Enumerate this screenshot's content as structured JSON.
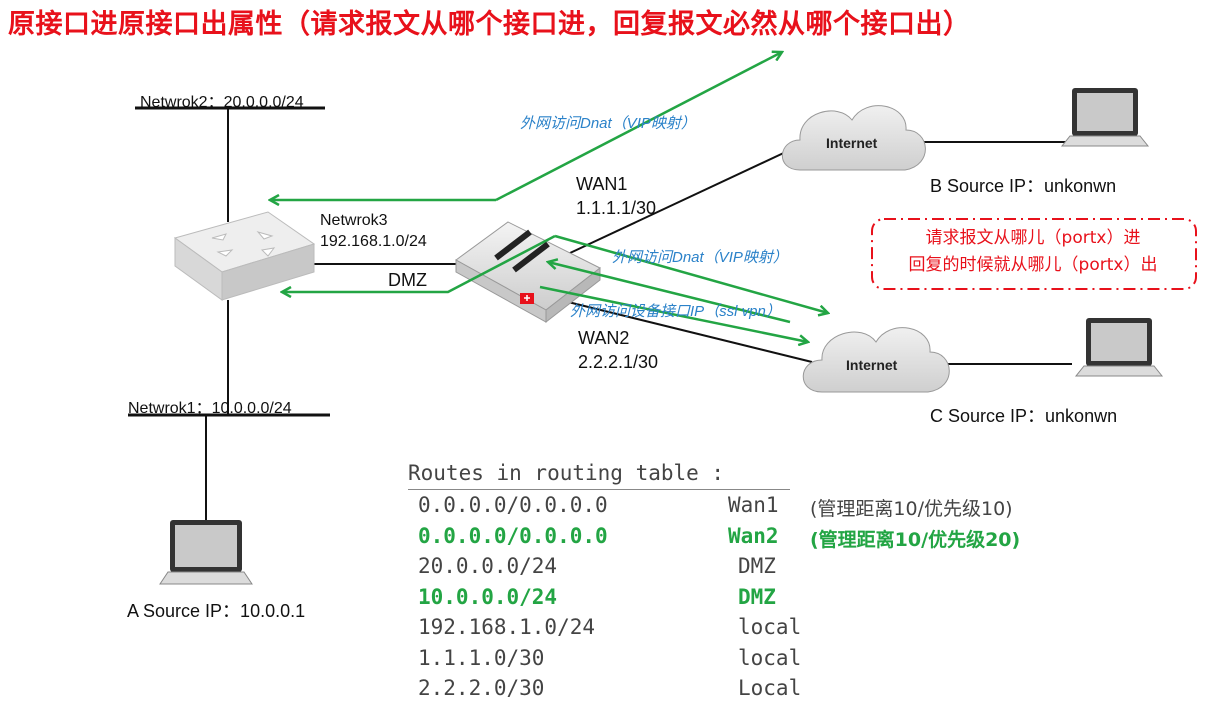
{
  "title": "原接口进原接口出属性（请求报文从哪个接口进，回复报文必然从哪个接口出）",
  "networks": {
    "network2": "Netwrok2：20.0.0.0/24",
    "network3_name": "Netwrok3",
    "network3_subnet": "192.168.1.0/24",
    "dmz": "DMZ",
    "network1": "Netwrok1：10.0.0.0/24"
  },
  "wan": {
    "wan1_name": "WAN1",
    "wan1_ip": "1.1.1.1/30",
    "wan2_name": "WAN2",
    "wan2_ip": "2.2.2.1/30"
  },
  "clouds": {
    "top": "Internet",
    "bottom": "Internet"
  },
  "hosts": {
    "a": "A Source IP：10.0.0.1",
    "b": "B Source IP：unkonwn",
    "c": "C Source IP：unkonwn"
  },
  "flows": {
    "dnat_top": "外网访问Dnat（VIP映射）",
    "dnat_mid": "外网访问Dnat（VIP映射）",
    "ssl_vpn": "外网访问设备接口IP（ssl vpn）"
  },
  "note": {
    "line1": "请求报文从哪儿（portx）进",
    "line2": "回复的时候就从哪儿（portx）出"
  },
  "routing_table": {
    "header": "Routes in routing table :",
    "rows": [
      {
        "dest": "0.0.0.0/0.0.0.0",
        "iface": "Wan1",
        "extra": "(管理距离10/优先级10)",
        "highlight": false
      },
      {
        "dest": "0.0.0.0/0.0.0.0",
        "iface": "Wan2",
        "extra": "(管理距离10/优先级20)",
        "highlight": true
      },
      {
        "dest": "20.0.0.0/24",
        "iface": "DMZ",
        "extra": "",
        "highlight": false
      },
      {
        "dest": "10.0.0.0/24",
        "iface": "DMZ",
        "extra": "",
        "highlight": true
      },
      {
        "dest": "192.168.1.0/24",
        "iface": "local",
        "extra": "",
        "highlight": false
      },
      {
        "dest": "1.1.1.0/30",
        "iface": "local",
        "extra": "",
        "highlight": false
      },
      {
        "dest": "2.2.2.0/30",
        "iface": "Local",
        "extra": "",
        "highlight": false
      }
    ]
  },
  "colors": {
    "title": "#e8111b",
    "flow_arrow": "#23a544",
    "flow_text": "#2b82c9",
    "note_border": "#e8111b",
    "highlight": "#23a544"
  }
}
